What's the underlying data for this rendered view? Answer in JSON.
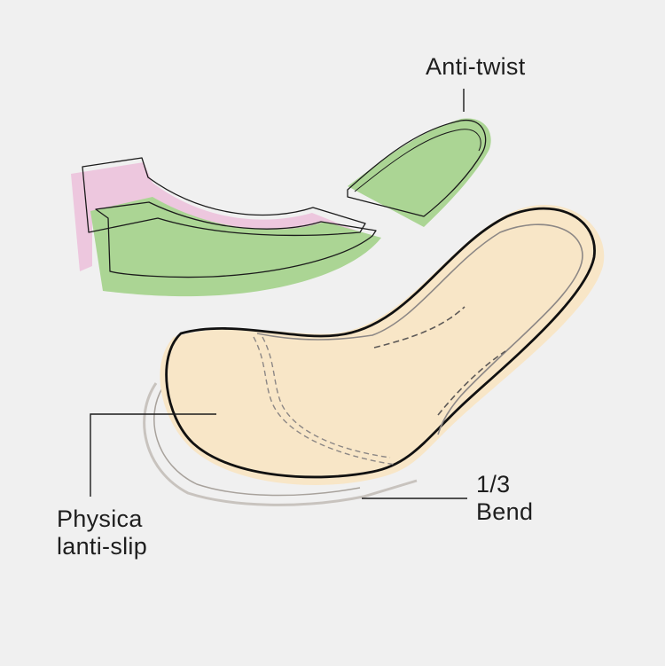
{
  "colors": {
    "background": "#f0f0f0",
    "insole_fill": "#f8e6c7",
    "heel_cup_fill": "#abd594",
    "arrow_green": "#abd594",
    "arrow_pink": "#edc7de",
    "outline": "#141414",
    "inner_line": "#8c8785",
    "sole_layer": "#c8c3be"
  },
  "labels": {
    "anti_twist": "Anti-twist",
    "bend_line1": "1/3",
    "bend_line2": "Bend",
    "slip_line1": "Physica",
    "slip_line2": "lanti-slip"
  }
}
